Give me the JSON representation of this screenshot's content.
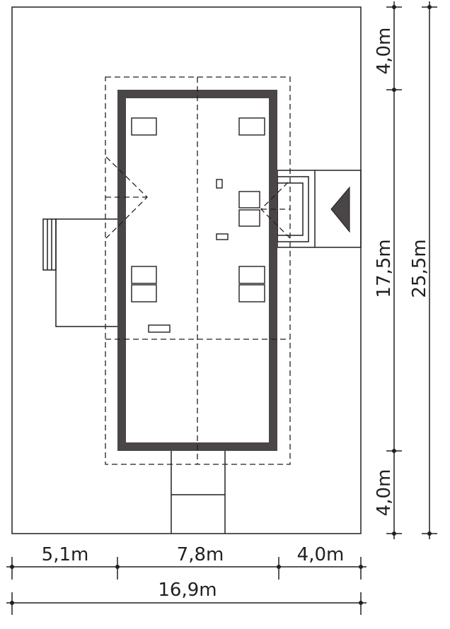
{
  "dimensions": {
    "bottom_segments": [
      "5,1m",
      "7,8m",
      "4,0m"
    ],
    "bottom_total": "16,9m",
    "right_segments": [
      "4,0m",
      "17,5m",
      "4,0m"
    ],
    "right_total": "25,5m"
  },
  "colors": {
    "wall": "#4a4546",
    "line": "#231f20"
  }
}
